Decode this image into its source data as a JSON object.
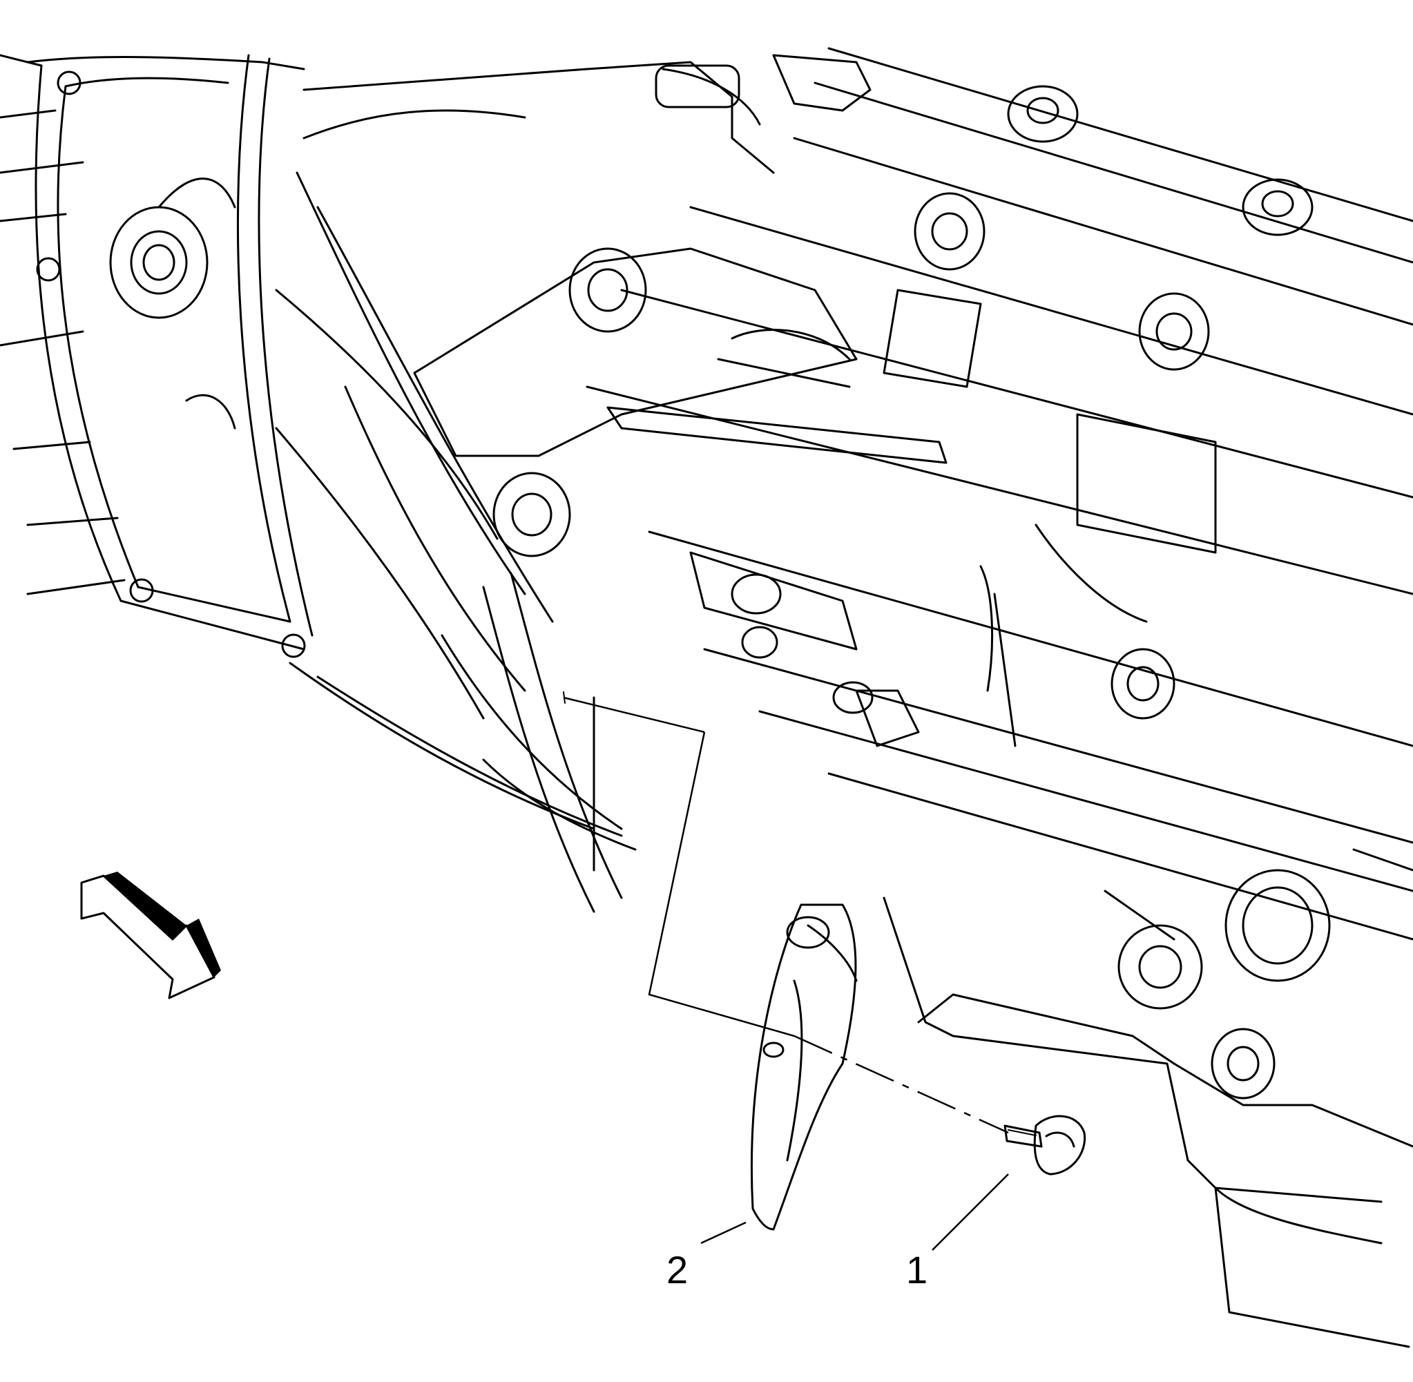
{
  "callouts": [
    {
      "id": "1",
      "label": "1",
      "part": "bolt"
    },
    {
      "id": "2",
      "label": "2",
      "part": "bracket"
    }
  ],
  "direction_arrow": {
    "icon": "direction-arrow-icon"
  },
  "colors": {
    "line": "#000000",
    "background": "#ffffff"
  }
}
